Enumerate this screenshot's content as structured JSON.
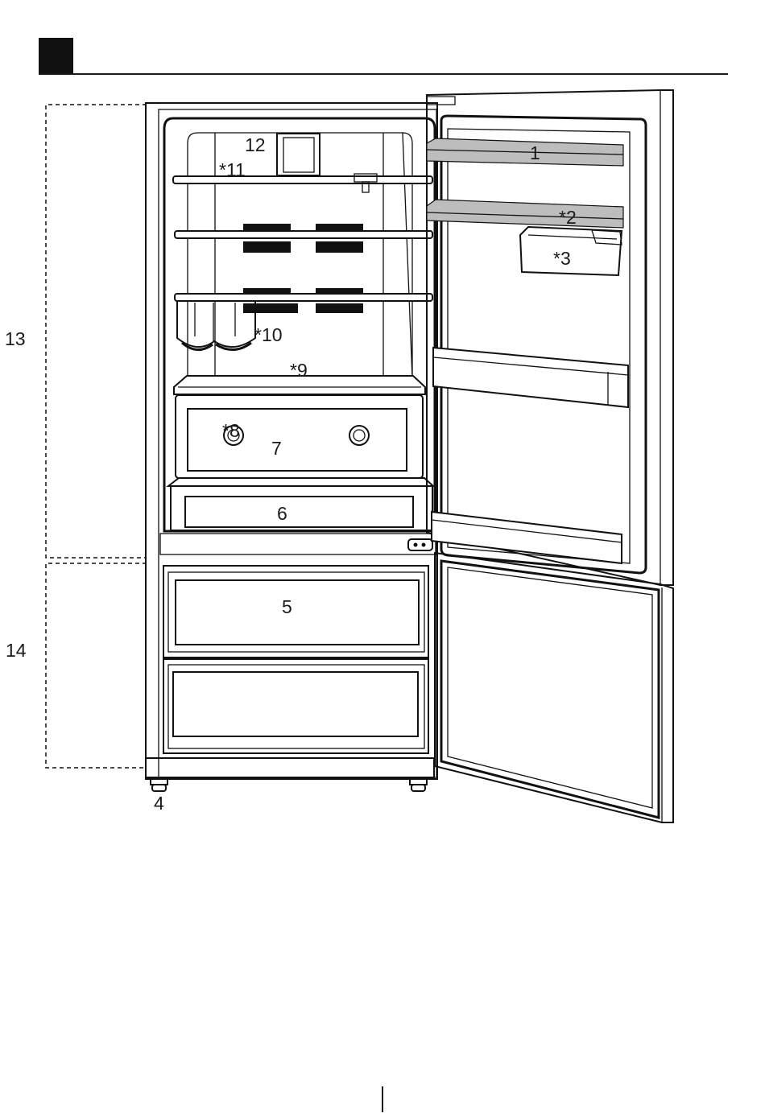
{
  "header": {
    "marker_color": "#1a1a1a",
    "rule_color": "#1a1a1a"
  },
  "callouts": {
    "c1": "1",
    "c2": "*2",
    "c3": "*3",
    "c4": "4",
    "c5": "5",
    "c6": "6",
    "c7": "7",
    "c8": "*8",
    "c9": "*9",
    "c10": "*10",
    "c11": "*11",
    "c12": "12",
    "c13": "13",
    "c14": "14"
  }
}
